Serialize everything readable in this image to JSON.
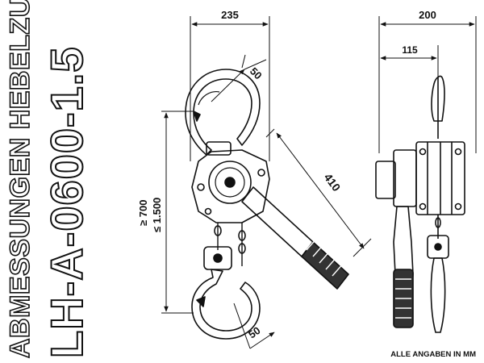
{
  "title": {
    "line1": "ABMESSUNGEN HEBELZUG",
    "line2": "LH-A-0600-1.5"
  },
  "dimensions": {
    "width_front": "235",
    "width_side": "200",
    "depth_side": "115",
    "hook_top": "50",
    "hook_bottom": "50",
    "lever": "410",
    "height_min": "≥ 700",
    "height_max": "≤ 1.500"
  },
  "note": "ALLE ANGABEN IN MM"
}
